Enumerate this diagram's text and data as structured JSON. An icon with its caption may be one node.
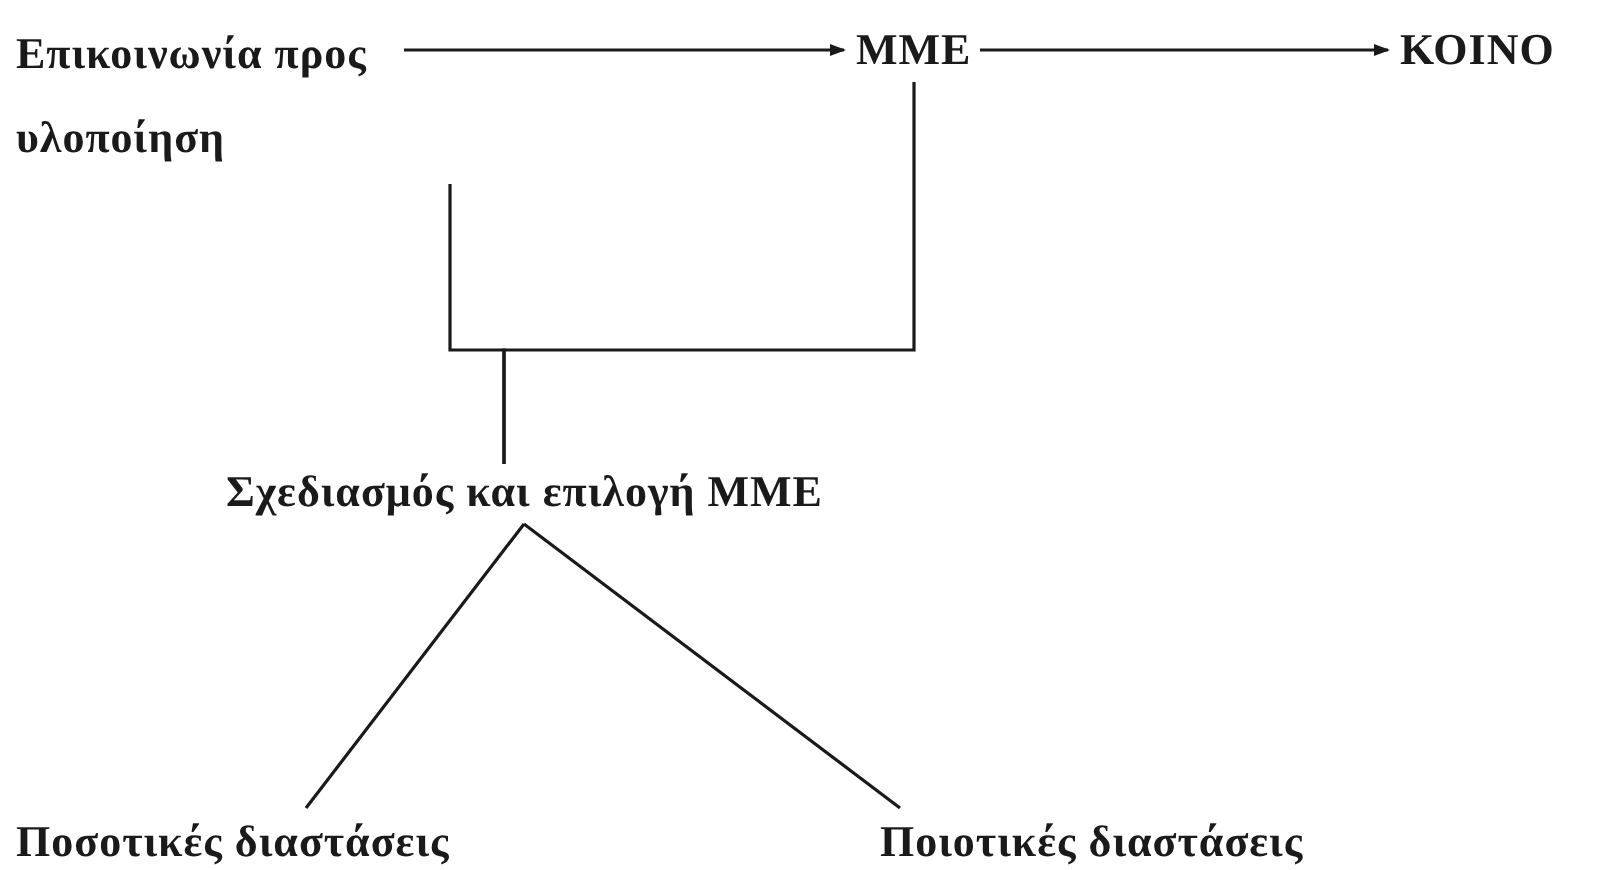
{
  "diagram": {
    "nodes": [
      {
        "text": [
          "Επικοινωνία προς υλοποίηση"
        ]
      },
      {
        "text": [
          "ΜΜΕ"
        ]
      },
      {
        "text": [
          "ΚΟΙΝΟ"
        ]
      },
      {
        "text": [
          "Σχεδιασμός και επιλογή ΜΜΕ"
        ]
      },
      {
        "text": [
          "Ποσοτικές διαστάσεις"
        ]
      },
      {
        "text": [
          "Ποιοτικές διαστάσεις"
        ]
      }
    ],
    "edges": [
      {
        "from": 0,
        "to": 1,
        "arrow": "to"
      },
      {
        "from": 1,
        "to": 2,
        "arrow": "to"
      },
      {
        "from": 0,
        "to": 3,
        "arrow": "none"
      },
      {
        "from": 1,
        "to": 3,
        "arrow": "none"
      },
      {
        "from": 3,
        "to": 4,
        "arrow": "none"
      },
      {
        "from": 3,
        "to": 5,
        "arrow": "none"
      }
    ]
  }
}
